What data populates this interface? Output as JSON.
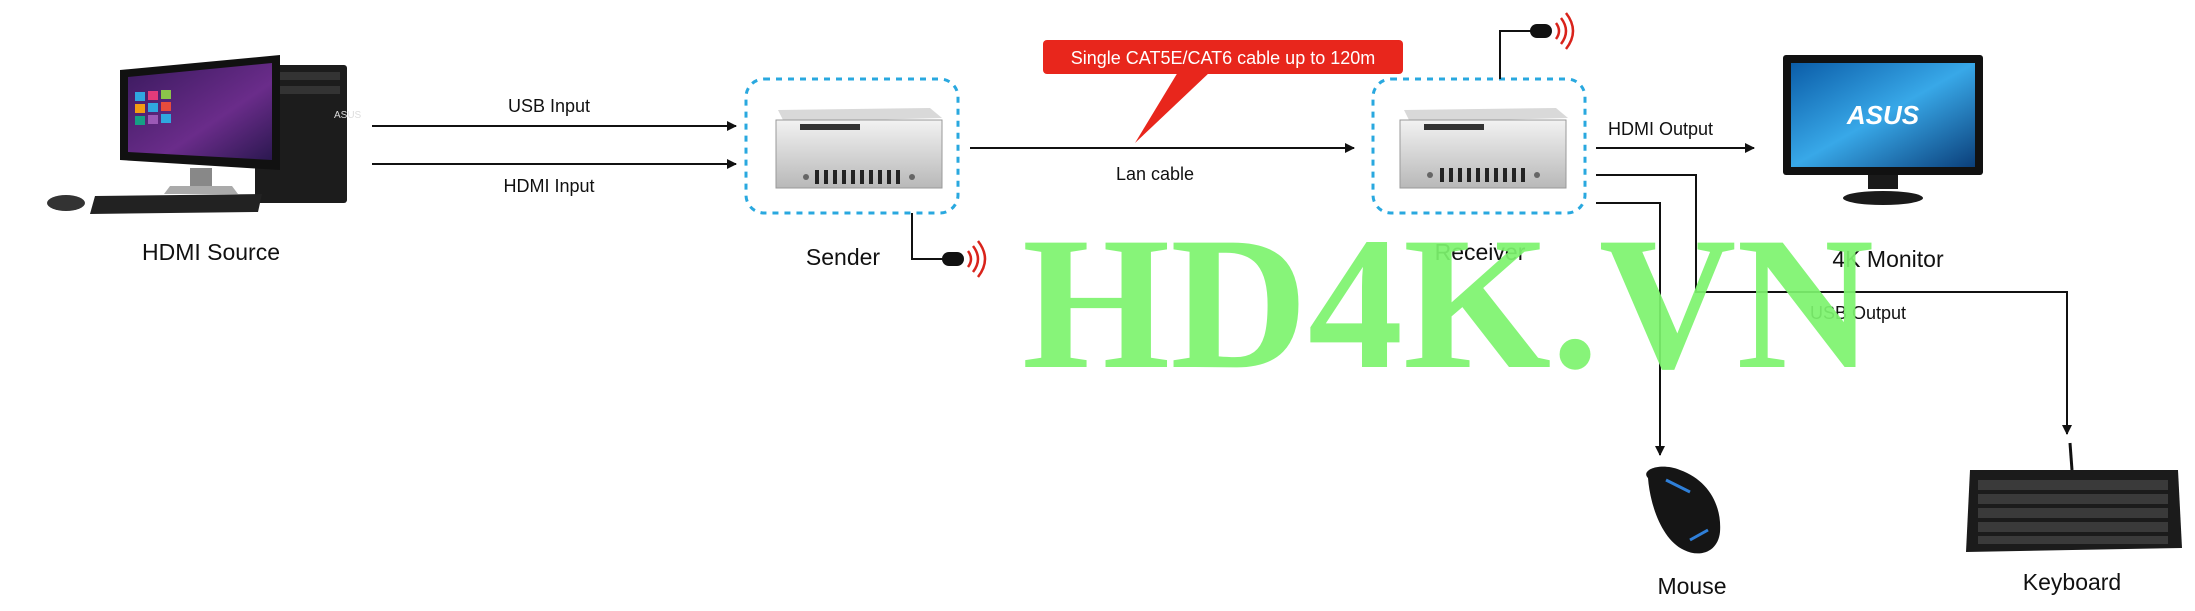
{
  "labels": {
    "hdmi_source": "HDMI Source",
    "usb_input": "USB Input",
    "hdmi_input": "HDMI Input",
    "sender": "Sender",
    "lan_cable": "Lan cable",
    "cable_note": "Single CAT5E/CAT6 cable up to 120m",
    "receiver": "Receiver",
    "hdmi_output": "HDMI Output",
    "monitor": "4K Monitor",
    "usb_output": "USB Output",
    "mouse": "Mouse",
    "keyboard": "Keyboard"
  },
  "devices": {
    "monitor_brand": "ASUS"
  },
  "watermark": "HD4K.VN",
  "colors": {
    "callout": "#e8261c",
    "dashed_box": "#29a8df",
    "watermark": "#7df46e",
    "ir_signal": "#d9231b"
  }
}
